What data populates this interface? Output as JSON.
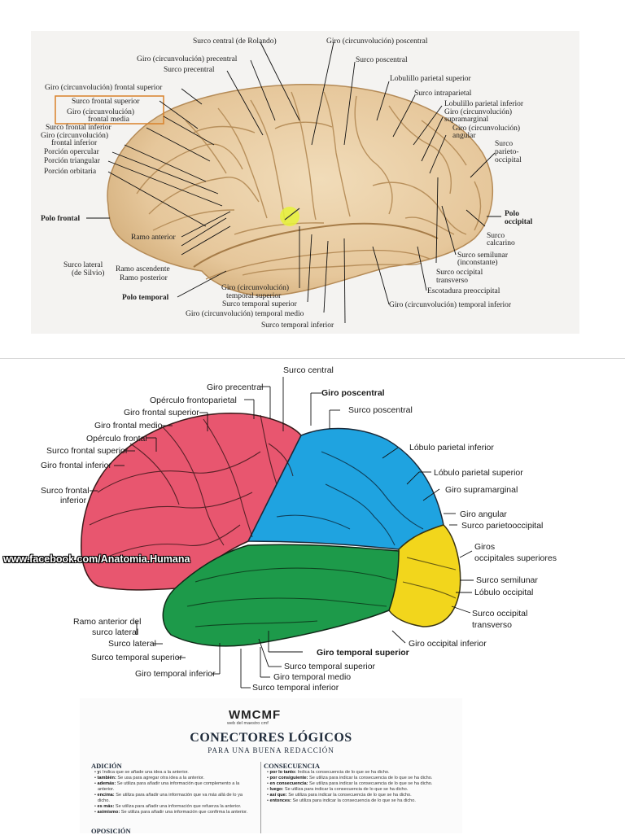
{
  "top_diagram": {
    "labels": {
      "surco_central": "Surco central (de Rolando)",
      "giro_poscentral": "Giro (circunvolución) poscentral",
      "giro_precentral": "Giro (circunvolución) precentral",
      "surco_poscentral": "Surco poscentral",
      "surco_precentral": "Surco precentral",
      "lobulillo_parietal_superior": "Lobulillo parietal superior",
      "giro_frontal_superior": "Giro (circunvolución) frontal superior",
      "surco_intraparietal": "Surco intraparietal",
      "surco_frontal_superior": "Surco frontal superior",
      "lobulillo_parietal_inferior": "Lobulillo parietal inferior",
      "giro_frontal_medio_1": "Giro (circunvolución)",
      "giro_frontal_medio_2": "frontal media",
      "giro_supramarginal_1": "Giro (circunvolución)",
      "giro_supramarginal_2": "supramarginal",
      "surco_frontal_inferior": "Surco frontal inferior",
      "giro_angular_1": "Giro (circunvolución)",
      "giro_angular_2": "angular",
      "giro_frontal_inferior_1": "Giro (circunvolución)",
      "giro_frontal_inferior_2": "frontal inferior",
      "porcion_opercular": "Porción opercular",
      "porcion_triangular": "Porción triangular",
      "surco_parieto_1": "Surco",
      "surco_parieto_2": "parieto-",
      "surco_parieto_3": "occipital",
      "porcion_orbitaria": "Porción orbitaria",
      "polo_frontal": "Polo frontal",
      "polo_occipital_1": "Polo",
      "polo_occipital_2": "occipital",
      "surco_calcarino_1": "Surco",
      "surco_calcarino_2": "calcarino",
      "ramo_anterior": "Ramo anterior",
      "surco_lateral_1": "Surco lateral",
      "surco_lateral_2": "(de Silvio)",
      "ramo_ascendente": "Ramo ascendente",
      "ramo_posterior": "Ramo posterior",
      "surco_semilunar_1": "Surco semilunar",
      "surco_semilunar_2": "(inconstante)",
      "surco_occipital_1": "Surco occipital",
      "surco_occipital_2": "transverso",
      "polo_temporal": "Polo temporal",
      "giro_temporal_superior_1": "Giro (circunvolución)",
      "giro_temporal_superior_2": "temporal superior",
      "escotadura": "Escotadura preoccipital",
      "surco_temporal_superior": "Surco temporal superior",
      "giro_temporal_inferior": "Giro (circunvolución) temporal inferior",
      "giro_temporal_medio": "Giro (circunvolución) temporal medio",
      "surco_temporal_inferior": "Surco temporal inferior"
    },
    "highlight_color": "#d9822b"
  },
  "middle_diagram": {
    "labels": {
      "surco_central": "Surco central",
      "giro_precentral": "Giro precentral",
      "giro_poscentral": "Giro poscentral",
      "operculo_frontoparietal": "Opérculo frontoparietal",
      "surco_poscentral": "Surco poscentral",
      "giro_frontal_superior": "Giro frontal superior",
      "giro_frontal_medio": "Giro frontal medio",
      "operculo_frontal": "Opérculo frontal",
      "lobulo_parietal_inferior": "Lóbulo parietal inferior",
      "surco_frontal_superior": "Surco frontal superior",
      "giro_frontal_inferior": "Giro frontal inferior",
      "lobulo_parietal_superior": "Lóbulo parietal superior",
      "giro_supramarginal": "Giro supramarginal",
      "surco_frontal_inferior_1": "Surco frontal",
      "surco_frontal_inferior_2": "inferior",
      "giro_angular": "Giro angular",
      "surco_parietooccipital": "Surco parietooccipital",
      "giros_occipitales_1": "Giros",
      "giros_occipitales_2": "occipitales superiores",
      "surco_semilunar": "Surco semilunar",
      "lobulo_occipital": "Lóbulo occipital",
      "ramo_anterior_1": "Ramo anterior del",
      "ramo_anterior_2": "surco lateral",
      "surco_occipital_1": "Surco occipital",
      "surco_occipital_2": "transverso",
      "surco_lateral": "Surco lateral",
      "giro_occipital_inferior": "Giro occipital inferior",
      "giro_temporal_superior_b": "Giro temporal superior",
      "surco_temporal_superior_l": "Surco temporal superior",
      "surco_temporal_superior_r": "Surco temporal superior",
      "giro_temporal_inferior": "Giro temporal inferior",
      "giro_temporal_medio": "Giro temporal medio",
      "surco_temporal_inferior": "Surco temporal inferior"
    },
    "lobe_colors": {
      "frontal": "#e8566f",
      "parietal": "#1fa3e0",
      "temporal": "#1d9a4a",
      "occipital": "#f2d61c"
    },
    "watermark": "www.facebook.com/Anatomia.Humana"
  },
  "document": {
    "logo": "WMCMF",
    "logo_sub": "web del maestro cmf",
    "title": "CONECTORES LÓGICOS",
    "subtitle": "PARA UNA BUENA REDACCIÓN",
    "sections": {
      "adicion": {
        "heading": "ADICIÓN",
        "items": [
          {
            "term": "y:",
            "text": " Indica que se añade una idea a la anterior."
          },
          {
            "term": "también:",
            "text": " Se usa para agregar otra idea a la anterior."
          },
          {
            "term": "además:",
            "text": " Se utiliza para añadir una información que complemento a la anterior."
          },
          {
            "term": "encima:",
            "text": " Se utiliza para añadir una información que va más allá de lo ya dicho."
          },
          {
            "term": "es más:",
            "text": " Se utiliza para añadir una información que refuerza la anterior."
          },
          {
            "term": "asimismo:",
            "text": " Se utiliza para añadir una información que confirma la anterior."
          }
        ]
      },
      "oposicion": {
        "heading": "OPOSICIÓN"
      },
      "consecuencia": {
        "heading": "CONSECUENCIA",
        "items": [
          {
            "term": "por lo tanto:",
            "text": " Indica la consecuencia de lo que se ha dicho."
          },
          {
            "term": "por consiguiente:",
            "text": " Se utiliza para indicar la consecuencia de lo que se ha dicho."
          },
          {
            "term": "en consecuencia:",
            "text": " Se utiliza para indicar la consecuencia de lo que se ha dicho."
          },
          {
            "term": "luego:",
            "text": " Se utiliza para indicar la consecuencia de lo que se ha dicho."
          },
          {
            "term": "así que:",
            "text": " Se utiliza para indicar la consecuencia de lo que se ha dicho."
          },
          {
            "term": "entonces:",
            "text": " Se utiliza para indicar la consecuencia de lo que se ha dicho."
          }
        ]
      }
    }
  }
}
